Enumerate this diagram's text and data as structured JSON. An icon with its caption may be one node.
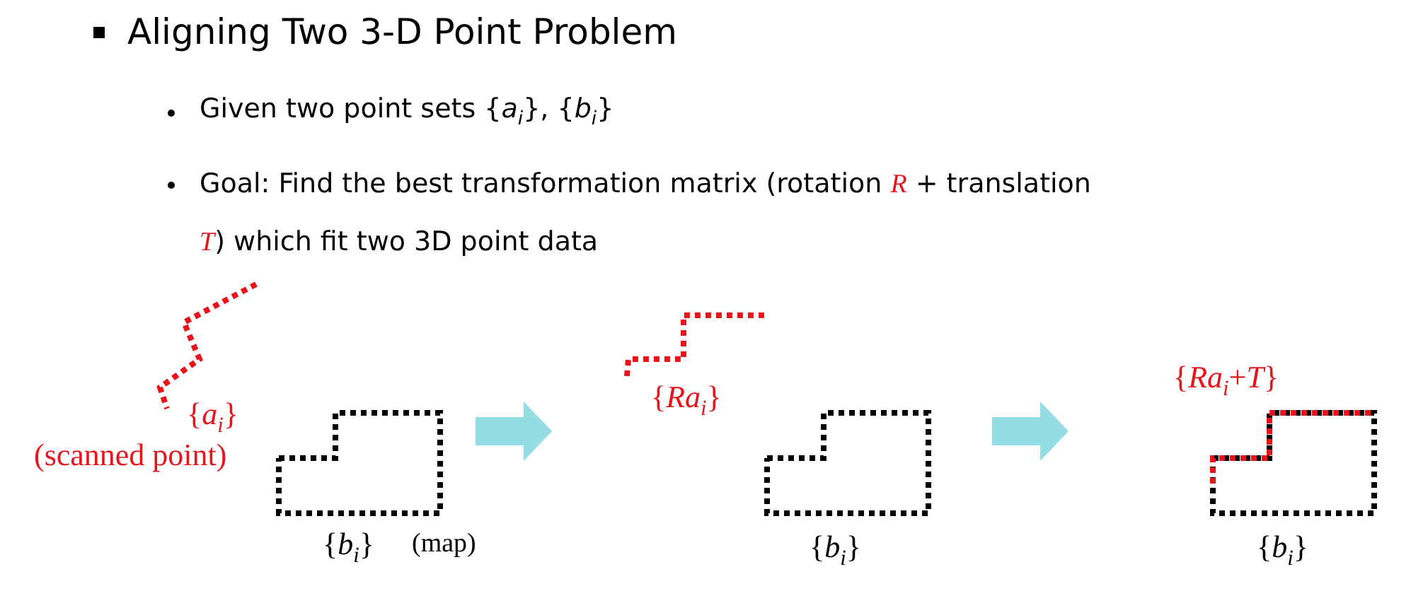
{
  "diagram": {
    "title": "Aligning Two 3-D Point Problem",
    "labels": [
      "Given two point sets {*a*$_{i}$}, {*b*$_{i}$}",
      "Goal: Find the best transformation matrix (rotation *R* + translation *T*) which fit two 3D point data",
      "{*a*$_{i}$}",
      "(scanned point)",
      "{*b*$_{i}$}",
      "(map)",
      "{*Ra*$_{i}$}",
      "{*b*$_{i}$}",
      "{*Ra*$_{i}$+*T*}",
      "{*b*$_{i}$}"
    ]
  }
}
